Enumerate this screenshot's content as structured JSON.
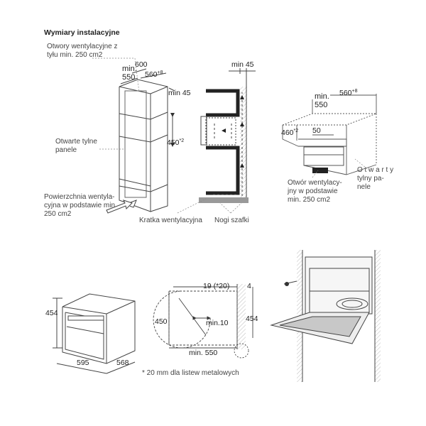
{
  "title": "Wymiary instalacyjne",
  "labels": {
    "vent_rear": "Otwory  wentylacyjne  z\ntyłu min. 250 cm2",
    "open_back": "Otwarte tylne\npanele",
    "vent_base": "Powierzchnia  wentyla-\ncyjna w podstawie min.\n250 cm2",
    "grille": "Kratka wentylacyjna",
    "cabinet_feet": "Nogi szafki",
    "base_opening": "Otwór  wentylacy-\njny  w  podstawie\nmin. 250 cm2",
    "open_rear_panel": "O t w a r t y\ntylny    pa-\nnele",
    "footnote": "* 20 mm dla listew metalowych"
  },
  "dims": {
    "d600": "600",
    "dmin550": "min.\n550",
    "d560a": "560",
    "sup8": "+8",
    "dmin45a": "min 45",
    "dmin45b": "min 45",
    "d450": "450",
    "sup2": "*2",
    "dmin550b": "min.\n550",
    "d560b": "560",
    "d50": "50",
    "d460": "460",
    "d454a": "454",
    "d595": "595",
    "d568": "568",
    "d19": "19 (*20)",
    "d4": "4",
    "d450b": "450",
    "dmin10": "min.10",
    "d454b": "454",
    "dmin550c": "min. 550"
  }
}
